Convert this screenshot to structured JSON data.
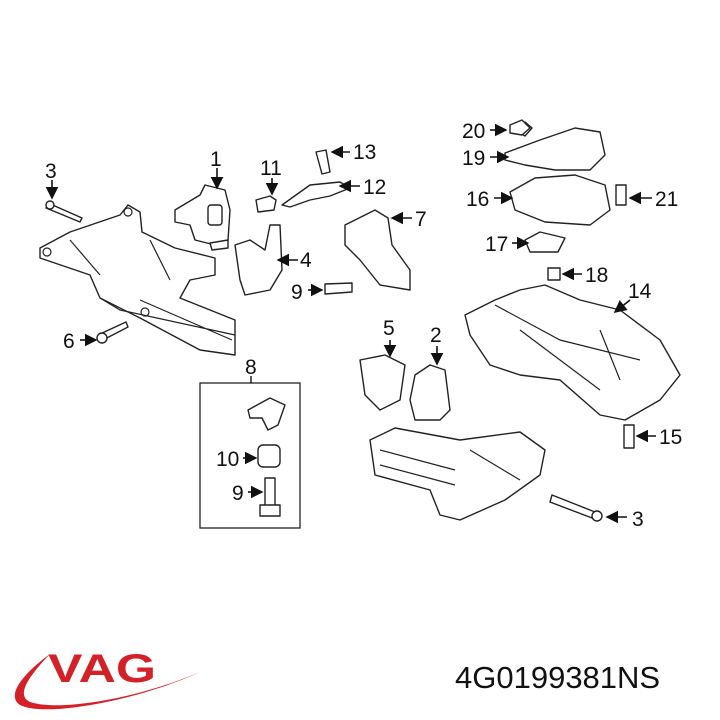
{
  "diagram": {
    "callouts": {
      "c1": "1",
      "c2": "2",
      "c3a": "3",
      "c3b": "3",
      "c4": "4",
      "c5": "5",
      "c6": "6",
      "c7": "7",
      "c8": "8",
      "c9a": "9",
      "c9b": "9",
      "c10": "10",
      "c11": "11",
      "c12": "12",
      "c13": "13",
      "c14": "14",
      "c15": "15",
      "c16": "16",
      "c17": "17",
      "c18": "18",
      "c19": "19",
      "c20": "20",
      "c21": "21"
    }
  },
  "brand": {
    "logo_text": "VAG",
    "color": "#d42027"
  },
  "part_number": "4G0199381NS"
}
